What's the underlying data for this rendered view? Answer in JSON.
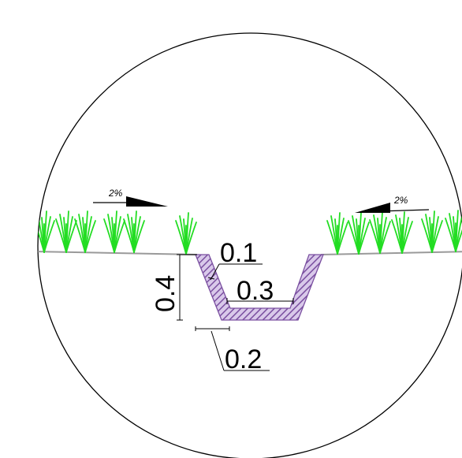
{
  "colors": {
    "background": "#ffffff",
    "outline": "#000000",
    "ground": "#9a9a9a",
    "grass": "#22dd22",
    "channel_lining": "#7a4fa0",
    "channel_lining_light": "#d9c9ea"
  },
  "slopes": {
    "left": "2%",
    "right": "2%"
  },
  "dimensions": {
    "lining_thickness": "0.1",
    "bottom_width": "0.3",
    "depth": "0.4",
    "side_offset": "0.2"
  },
  "icons": [
    "grass-tuft-icon",
    "slope-arrow-icon"
  ]
}
